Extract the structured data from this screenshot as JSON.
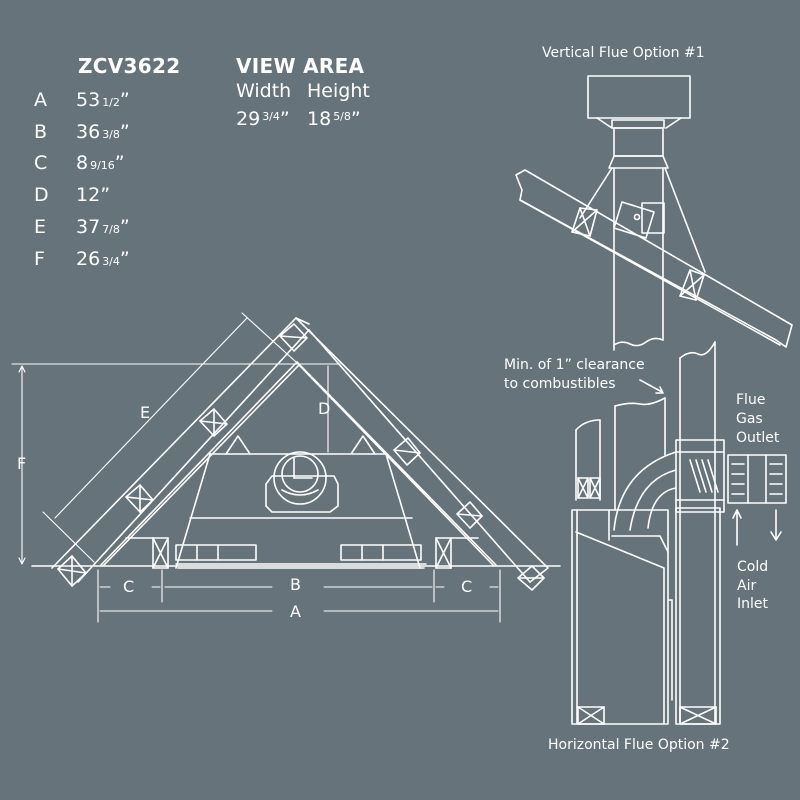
{
  "specs": {
    "model": "ZCV3622",
    "rows": [
      {
        "letter": "A",
        "whole": "53",
        "fraction": "1/2",
        "unit": "”"
      },
      {
        "letter": "B",
        "whole": "36",
        "fraction": "3/8",
        "unit": "”"
      },
      {
        "letter": "C",
        "whole": "8",
        "fraction": "9/16",
        "unit": "”"
      },
      {
        "letter": "D",
        "whole": "12",
        "fraction": "",
        "unit": "”"
      },
      {
        "letter": "E",
        "whole": "37",
        "fraction": "7/8",
        "unit": "”"
      },
      {
        "letter": "F",
        "whole": "26",
        "fraction": "3/4",
        "unit": "”"
      }
    ]
  },
  "view_area": {
    "title": "VIEW AREA",
    "width_label": "Width",
    "height_label": "Height",
    "width_whole": "29",
    "width_fraction": "3/4",
    "width_unit": "”",
    "height_whole": "18",
    "height_fraction": "5/8",
    "height_unit": "”"
  },
  "diagram": {
    "vertical_flue_title": "Vertical Flue Option #1",
    "horizontal_flue_title": "Horizontal Flue Option #2",
    "clearance_note_line1": "Min. of 1” clearance",
    "clearance_note_line2": "to combustibles",
    "flue_gas_outlet": [
      "Flue",
      "Gas",
      "Outlet"
    ],
    "cold_air_inlet": [
      "Cold",
      "Air",
      "Inlet"
    ],
    "dimension_labels": {
      "A": "A",
      "B": "B",
      "C_left": "C",
      "C_right": "C",
      "D": "D",
      "E": "E",
      "F": "F"
    }
  },
  "colors": {
    "background": "#66737b",
    "line": "#ffffff"
  }
}
